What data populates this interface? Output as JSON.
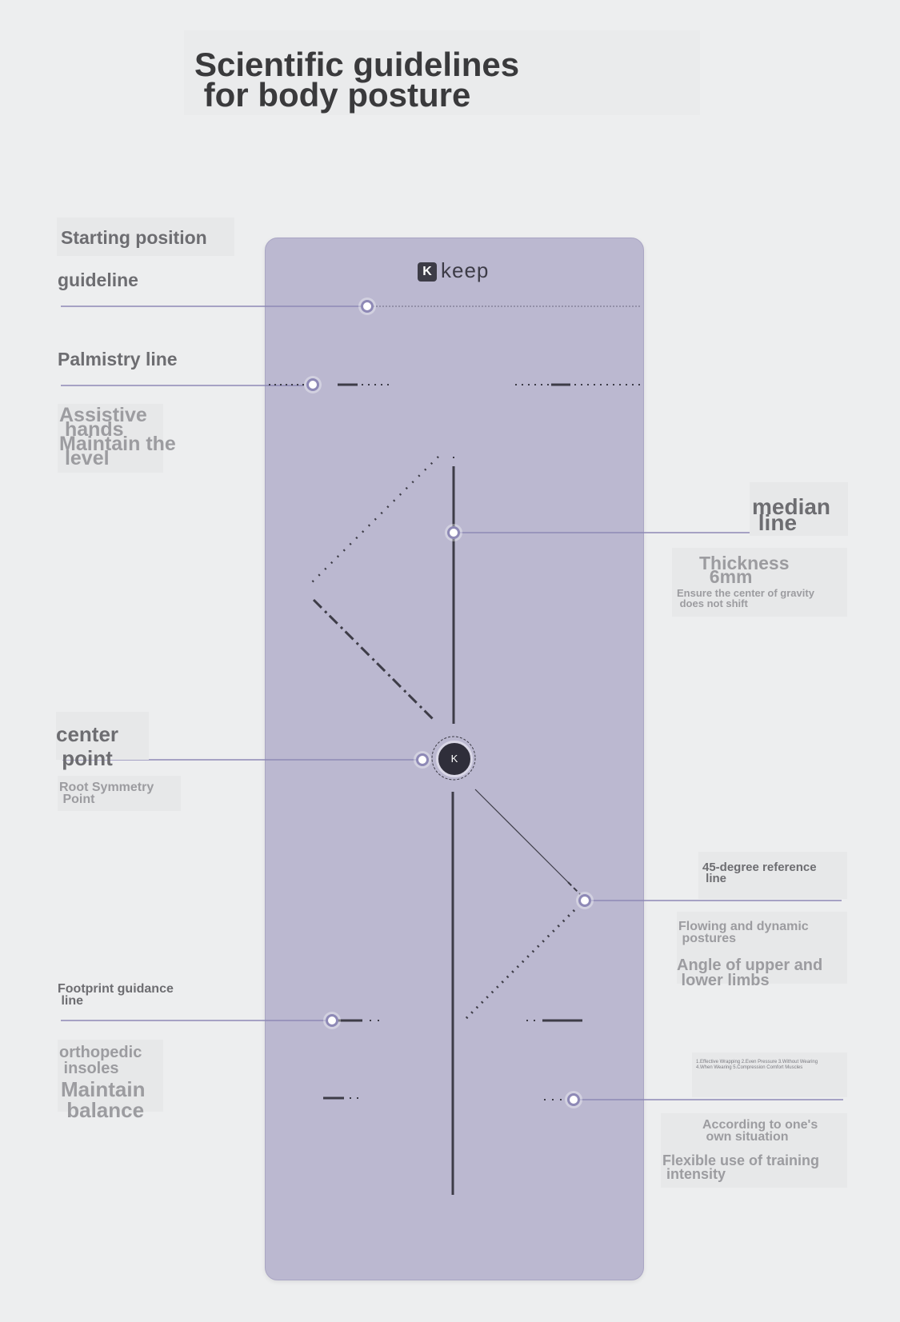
{
  "title": "Scientific guidelines\n for body posture",
  "brand": {
    "logo_letter": "K",
    "name": "keep"
  },
  "labels": {
    "starting_position": "Starting position",
    "guideline": "guideline",
    "palmistry": "Palmistry line",
    "assistive": "Assistive\n hands\nMaintain the\n level",
    "median": "median\n line",
    "thickness": "Thickness\n  6mm",
    "ensure": "Ensure the center of gravity\n does not shift",
    "center_point": "center\n point",
    "root_symmetry": "Root Symmetry\n Point",
    "ref45": "45-degree reference\n line",
    "flowing": "Flowing and dynamic\n postures",
    "angle": "Angle of upper and\n lower limbs",
    "footprint": "Footprint guidance\n line",
    "orthopedic": "orthopedic\n insoles",
    "maintain_balance": "Maintain\n balance",
    "fine_print": "1.Effective Wrapping 2.Even Pressure 3.Without Wearing\n4.When Wearing 5.Compression Comfort Muscles",
    "according": "According to one's\n own situation",
    "flexible": "Flexible use of training\n intensity"
  },
  "colors": {
    "background": "#edeeef",
    "mat": "#bbb8d0",
    "lines": "#3d3c47",
    "leader": "#8e89b6"
  }
}
